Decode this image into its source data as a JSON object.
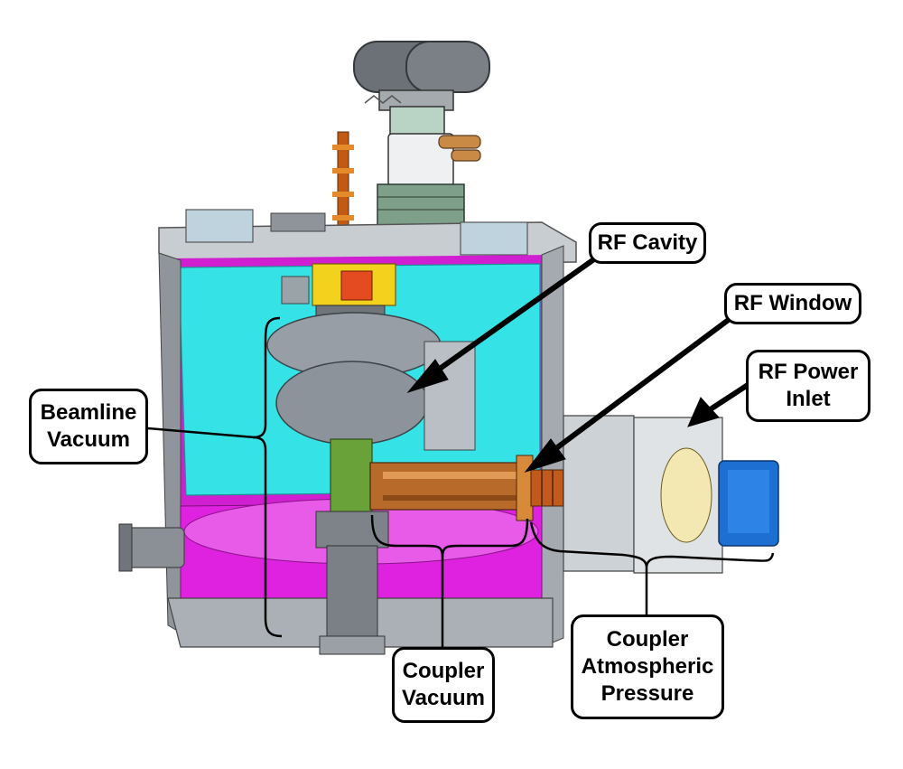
{
  "colors": {
    "vacuum_vessel_inside": "#2ee6ea",
    "magnetic_shield": "#e01ee0",
    "vessel_steel": "#9aa0a6",
    "cavity_niobium": "#8a9098",
    "beam_tube": "#6fa33c",
    "coupler_copper": "#c8702e",
    "flange_blue": "#1f6fd0",
    "label_border": "#000000"
  },
  "callouts": {
    "rf_cavity": "RF Cavity",
    "rf_window": "RF Window",
    "rf_power_inlet": "RF Power\nInlet",
    "beamline_vacuum": "Beamline\nVacuum",
    "coupler_vacuum": "Coupler\nVacuum",
    "coupler_atmospheric_pressure": "Coupler\nAtmospheric\nPressure"
  }
}
